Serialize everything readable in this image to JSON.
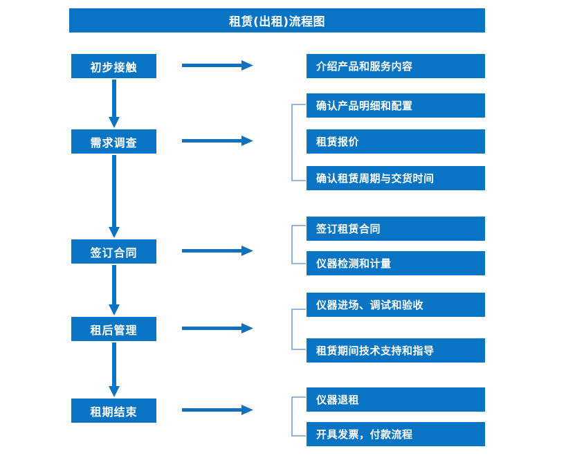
{
  "title": {
    "text": "租赁(出租)流程图"
  },
  "colors": {
    "primary_blue": "#0a74c4",
    "bracket_blue": "#6f9fd0",
    "text_on_blue": "#ffffff",
    "background": "#ffffff"
  },
  "stages": [
    {
      "label": "初步接触"
    },
    {
      "label": "需求调查"
    },
    {
      "label": "签订合同"
    },
    {
      "label": "租后管理"
    },
    {
      "label": "租期结束"
    }
  ],
  "detail_groups": [
    {
      "stage": "初步接触",
      "has_bracket": false,
      "items": [
        {
          "label": "介绍产品和服务内容"
        }
      ]
    },
    {
      "stage": "需求调查",
      "has_bracket": true,
      "items": [
        {
          "label": "确认产品明细和配置"
        },
        {
          "label": "租赁报价"
        },
        {
          "label": "确认租赁周期与交货时间"
        }
      ]
    },
    {
      "stage": "签订合同",
      "has_bracket": true,
      "items": [
        {
          "label": "签订租赁合同"
        },
        {
          "label": "仪器检测和计量"
        }
      ]
    },
    {
      "stage": "租后管理",
      "has_bracket": true,
      "items": [
        {
          "label": "仪器进场、调试和验收"
        },
        {
          "label": "租赁期间技术支持和指导"
        }
      ]
    },
    {
      "stage": "租期结束",
      "has_bracket": true,
      "items": [
        {
          "label": "仪器退租"
        },
        {
          "label": "开具发票，付款流程"
        }
      ]
    }
  ],
  "connectors": {
    "down_arrow_count": 4,
    "right_arrow_count": 5
  }
}
